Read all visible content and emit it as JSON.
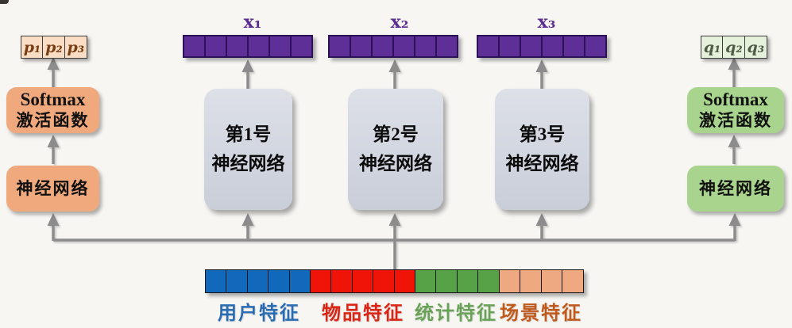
{
  "canvas": {
    "bg": "#f7f6f3",
    "arrow_color": "#8c8c8c"
  },
  "left_branch": {
    "output_cells": [
      "p₁",
      "p₂",
      "p₃"
    ],
    "softmax_line1": "Softmax",
    "softmax_line2": "激活函数",
    "nn_label": "神经网络",
    "box_color": "#f0a97d",
    "cell_bg": "#f9ddc5",
    "cell_text_color": "#7a3e14"
  },
  "right_branch": {
    "output_cells": [
      "q₁",
      "q₂",
      "q₃"
    ],
    "softmax_line1": "Softmax",
    "softmax_line2": "激活函数",
    "nn_label": "神经网络",
    "box_color": "#a9d48e",
    "cell_bg": "#e6f1db",
    "cell_text_color": "#4f5d48"
  },
  "experts": [
    {
      "input_label": "x₁",
      "line1": "第1号",
      "line2": "神经网络",
      "vector_cells": 6
    },
    {
      "input_label": "x₂",
      "line1": "第2号",
      "line2": "神经网络",
      "vector_cells": 6
    },
    {
      "input_label": "x₃",
      "line1": "第3号",
      "line2": "神经网络",
      "vector_cells": 6
    }
  ],
  "vector_color": "#5e2f97",
  "input_vector": {
    "segments": [
      {
        "label": "用户特征",
        "cells": 5,
        "cell_color": "#1268ba",
        "label_color": "#2a6cb4"
      },
      {
        "label": "物品特征",
        "cells": 5,
        "cell_color": "#f01408",
        "label_color": "#da2415"
      },
      {
        "label": "统计特征",
        "cells": 4,
        "cell_color": "#57a147",
        "label_color": "#68a257"
      },
      {
        "label": "场景特征",
        "cells": 4,
        "cell_color": "#efa980",
        "label_color": "#c05a1c"
      }
    ]
  }
}
